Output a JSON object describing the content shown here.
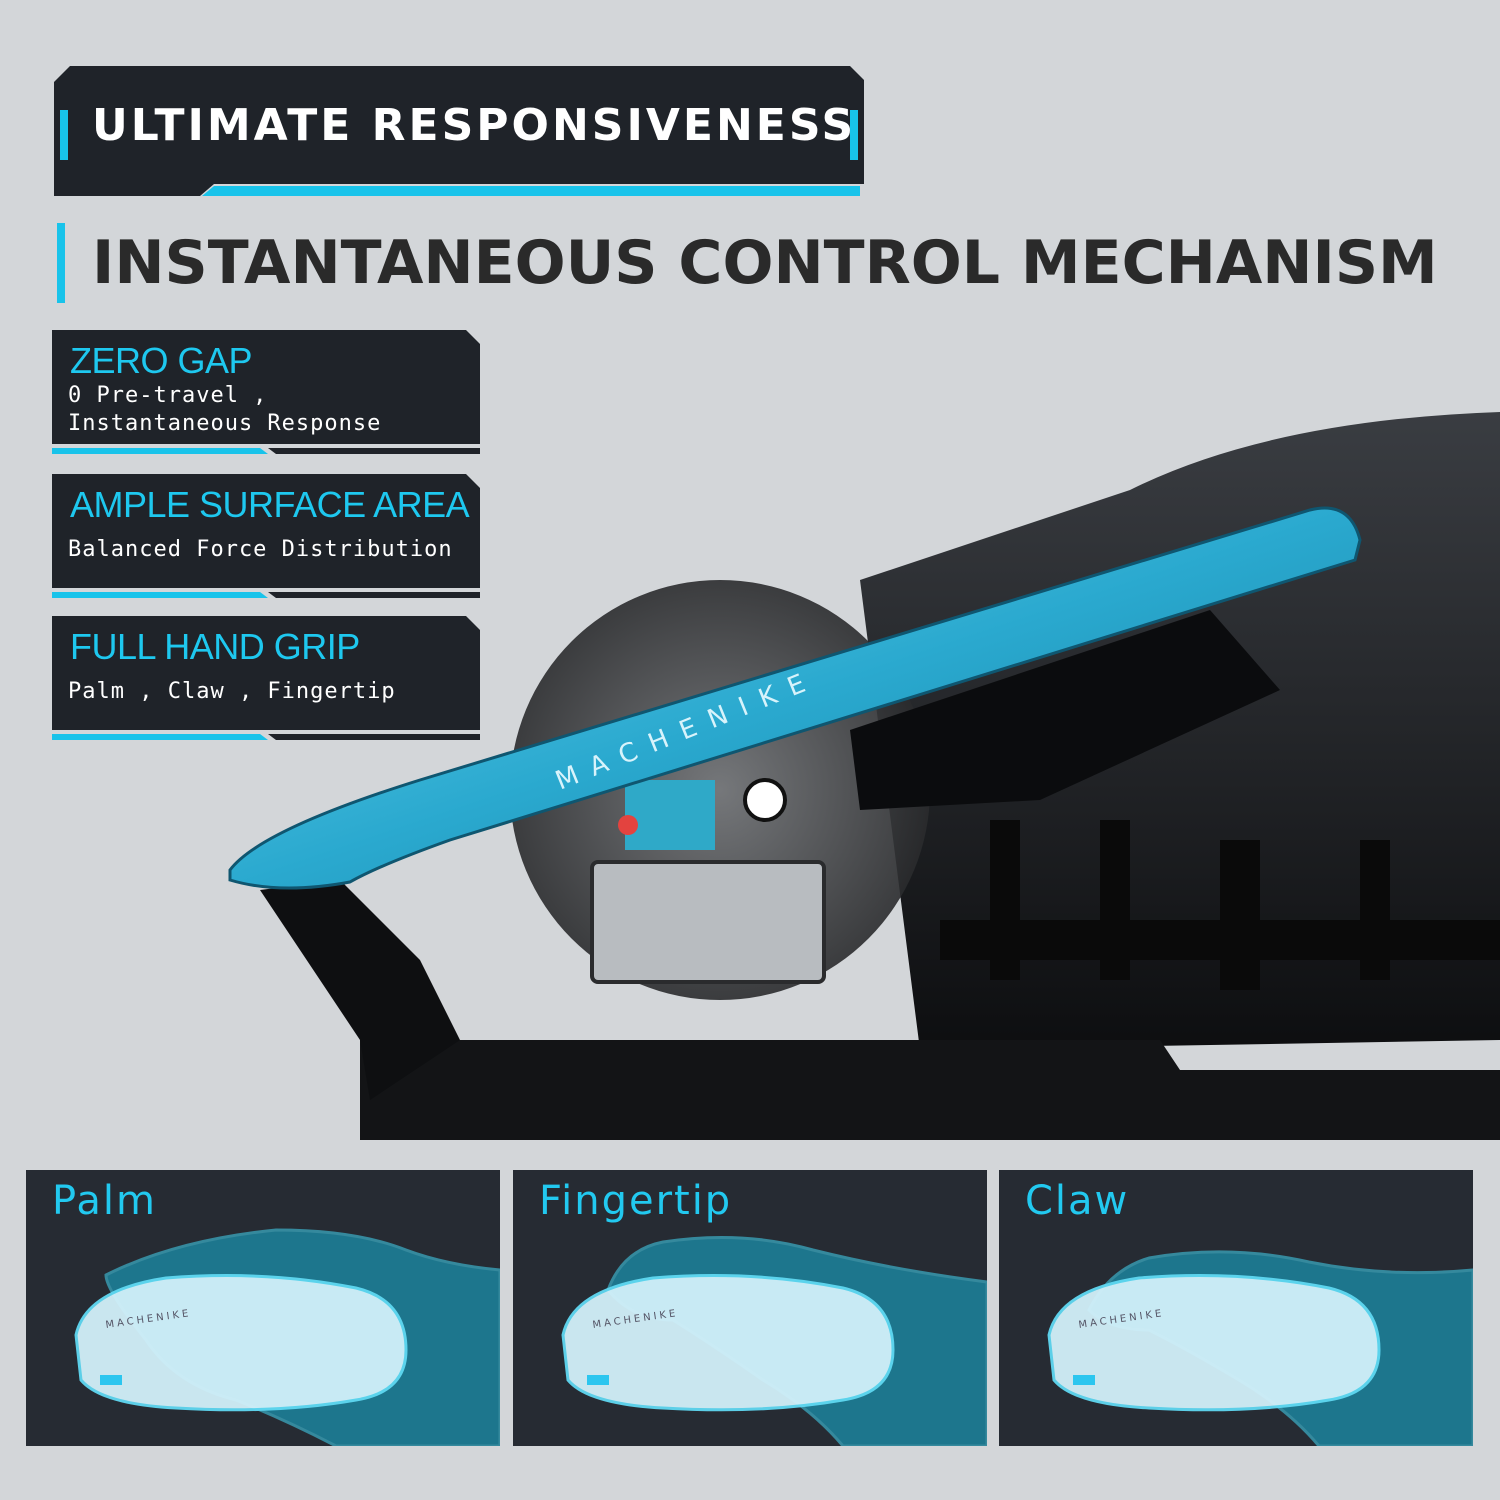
{
  "banner": {
    "title": "ULTIMATE RESPONSIVENESS"
  },
  "heading": {
    "text": "INSTANTANEOUS CONTROL MECHANISM"
  },
  "features": [
    {
      "title": "ZERO GAP",
      "lines": [
        "0 Pre-travel ,",
        "Instantaneous Response"
      ]
    },
    {
      "title": "AMPLE SURFACE AREA",
      "lines": [
        "Balanced Force Distribution"
      ]
    },
    {
      "title": "FULL HAND GRIP",
      "lines": [
        "Palm , Claw , Fingertip"
      ]
    }
  ],
  "mouse": {
    "brand_text": "MACHENIKE"
  },
  "grips": [
    {
      "label": "Palm",
      "mouse_text": "MACHENIKE"
    },
    {
      "label": "Fingertip",
      "mouse_text": "MACHENIKE"
    },
    {
      "label": "Claw",
      "mouse_text": "MACHENIKE"
    }
  ],
  "colors": {
    "accent": "#18c3ea",
    "panel": "#262b33",
    "background": "#d3d6d9",
    "heading_text": "#2a2a2a"
  }
}
